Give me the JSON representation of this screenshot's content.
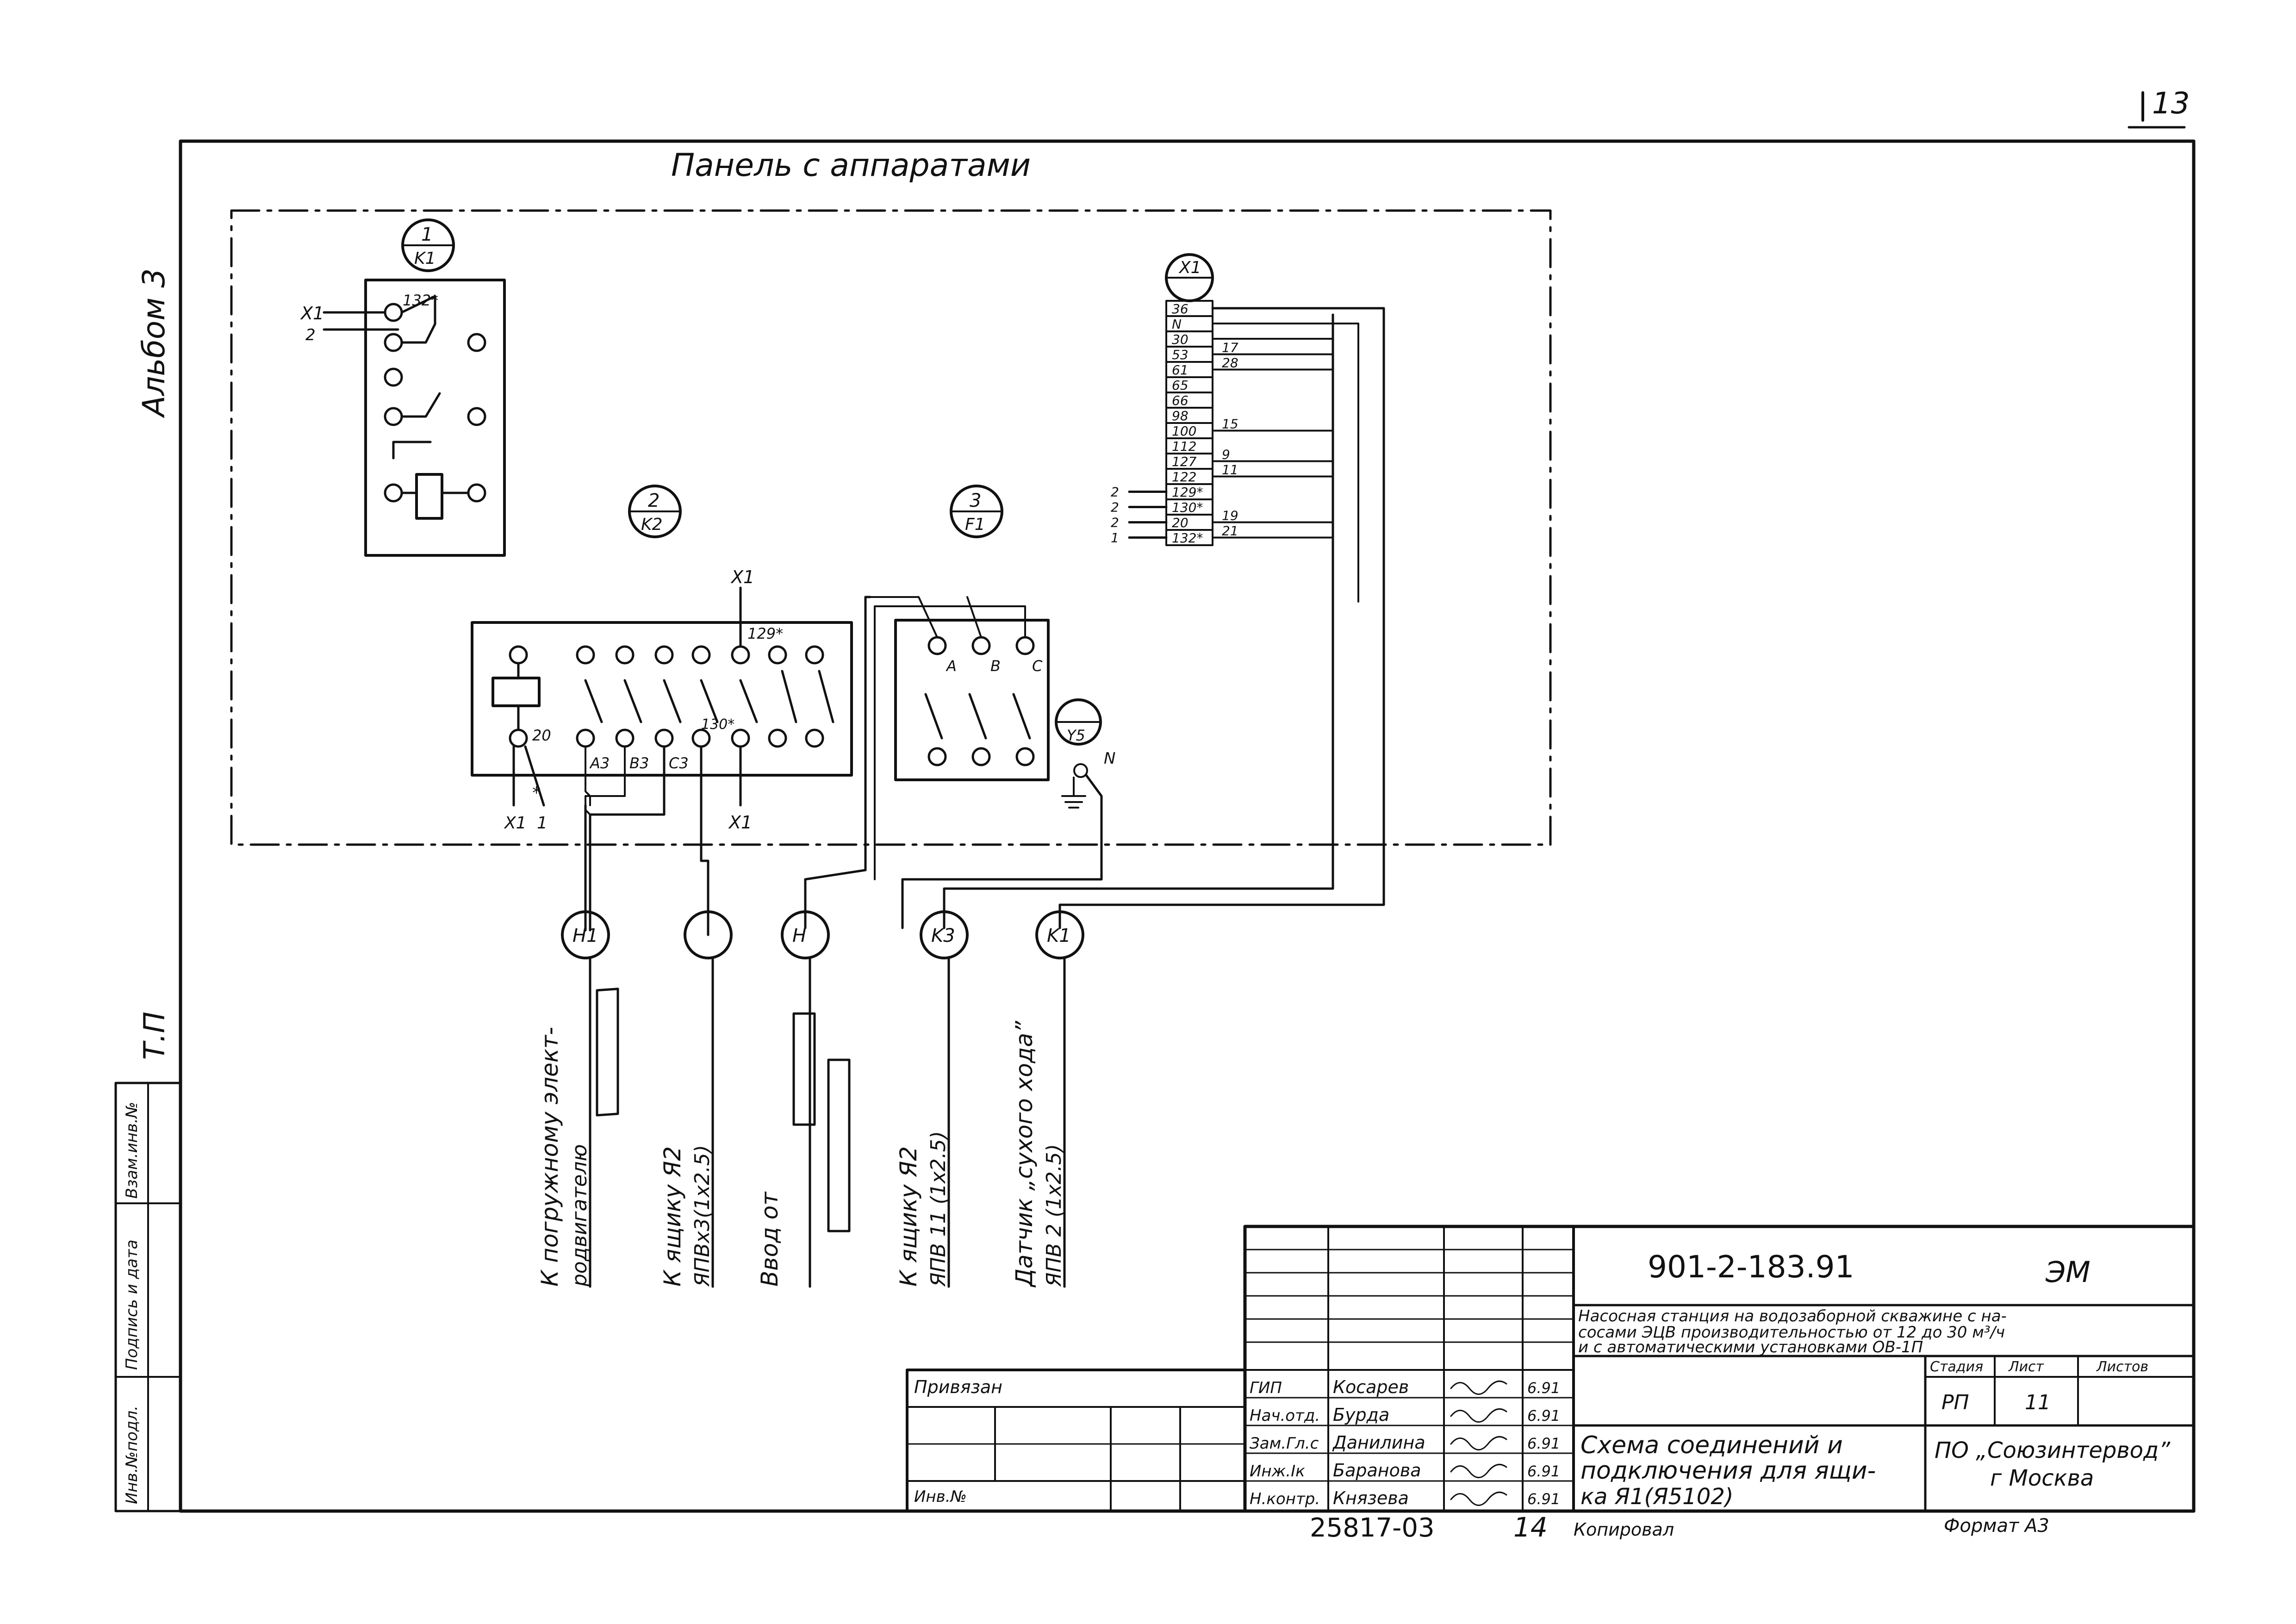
{
  "page_number": "13",
  "sheet_album": "Альбом 3",
  "sheet_tp": "Т.П",
  "panel_title": "Панель с аппаратами",
  "devices": {
    "k1": {
      "num": "1",
      "code": "K1"
    },
    "k2": {
      "num": "2",
      "code": "K2"
    },
    "f1": {
      "num": "3",
      "code": "F1"
    },
    "x1": {
      "code": "X1"
    },
    "y5": {
      "code": "Y5"
    }
  },
  "k1_relay": {
    "x1_label": "X1",
    "wire_2": "2",
    "terminal": "132*"
  },
  "k2_labels": {
    "x1_top": "X1",
    "t129": "129*",
    "t130": "130*",
    "t20": "20",
    "a3": "A3",
    "b3": "B3",
    "c3": "C3",
    "x1_bottom": "X1",
    "x1_left": "X1",
    "wire_1": "1",
    "star": "*"
  },
  "f1_labels": {
    "a": "A",
    "b": "B",
    "c": "C"
  },
  "ground_label": "N",
  "terminal_block": {
    "terminals": [
      "36",
      "N",
      "30",
      "53",
      "61",
      "65",
      "66",
      "98",
      "100",
      "112",
      "127",
      "122",
      "129*",
      "130*",
      "20",
      "132*"
    ],
    "wire_marks": [
      {
        "label": "17",
        "row": 3
      },
      {
        "label": "28",
        "row": 4
      },
      {
        "label": "15",
        "row": 8
      },
      {
        "label": "9",
        "row": 10
      },
      {
        "label": "11",
        "row": 11
      },
      {
        "label": "19",
        "row": 14
      },
      {
        "label": "21",
        "row": 15
      }
    ],
    "left_wires": [
      {
        "label": "2",
        "row": 12
      },
      {
        "label": "2",
        "row": 13
      },
      {
        "label": "2",
        "row": 14
      },
      {
        "label": "1",
        "row": 15
      }
    ]
  },
  "outputs": [
    {
      "code": "H1",
      "caption_1": "К погружному элект-",
      "caption_2": "родвигателю"
    },
    {
      "code": "",
      "caption_1": "К ящику Я2",
      "caption_2": "ЯПВх3(1х2.5)"
    },
    {
      "code": "H",
      "caption_1": "Ввод от",
      "caption_2": ""
    },
    {
      "code": "K3",
      "caption_1": "К ящику Я2",
      "caption_2": "ЯПВ 11 (1х2.5)"
    },
    {
      "code": "K1",
      "caption_1": "Датчик „сухого хода”",
      "caption_2": "ЯПВ 2 (1х2.5)"
    }
  ],
  "margin_stamp": [
    "Инв.№подл.",
    "Подпись и дата",
    "Взам.инв.№"
  ],
  "title_block": {
    "doc_code": "901-2-183.91",
    "mark": "ЭМ",
    "project_1": "Насосная станция на водозаборной скважине с на-",
    "project_2": "сосами ЭЦВ производительностью от 12 до 30 м³/ч",
    "project_3": "и с автоматическими установками ОВ-1П",
    "col_stage": "Стадия",
    "col_sheet": "Лист",
    "col_sheets": "Листов",
    "stage": "РП",
    "sheet": "11",
    "sheet_title_1": "Схема соединений и",
    "sheet_title_2": "подключения для ящи-",
    "sheet_title_3": "ка Я1(Я5102)",
    "org_1": "ПО „Союзинтервод”",
    "org_2": "г Москва",
    "privyazan": "Привязан",
    "inv_no": "Инв.№",
    "roles": [
      {
        "role": "ГИП",
        "name": "Косарев",
        "date": "6.91"
      },
      {
        "role": "Нач.отд.",
        "name": "Бурда",
        "date": "6.91"
      },
      {
        "role": "Зам.Гл.с",
        "name": "Данилина",
        "date": "6.91"
      },
      {
        "role": "Инж.Iк",
        "name": "Баранова",
        "date": "6.91"
      },
      {
        "role": "Н.контр.",
        "name": "Князева",
        "date": "6.91"
      }
    ]
  },
  "footer": {
    "archive_no": "25817-03",
    "page": "14",
    "copied": "Копировал",
    "format": "Формат А3"
  }
}
